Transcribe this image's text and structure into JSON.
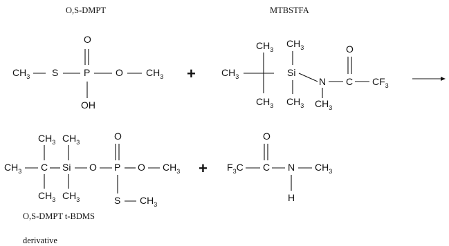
{
  "labels": {
    "reactant1": "O,S-DMPT",
    "reagent": "MTBSTFA",
    "product1_line1": "O,S-DMPT t-BDMS",
    "product1_line2": "derivative"
  },
  "operators": {
    "plus": "+"
  },
  "reactant1_atoms": {
    "ch3_left": "CH",
    "ch3_left_sub": "3",
    "s": "S",
    "p": "P",
    "o_top": "O",
    "o_right": "O",
    "ch3_right": "CH",
    "ch3_right_sub": "3",
    "oh": "OH"
  },
  "reagent_atoms": {
    "ch3_left": "CH",
    "ch3_left_sub": "3",
    "ch3_top1": "CH",
    "ch3_top1_sub": "3",
    "ch3_bot1": "CH",
    "ch3_bot1_sub": "3",
    "si": "Si",
    "ch3_top2": "CH",
    "ch3_top2_sub": "3",
    "ch3_bot2": "CH",
    "ch3_bot2_sub": "3",
    "n": "N",
    "ch3_n": "CH",
    "ch3_n_sub": "3",
    "c": "C",
    "o": "O",
    "cf3": "CF",
    "cf3_sub": "3"
  },
  "product1_atoms": {
    "ch3_left": "CH",
    "ch3_left_sub": "3",
    "ch3_top1": "CH",
    "ch3_top1_sub": "3",
    "ch3_bot1": "CH",
    "ch3_bot1_sub": "3",
    "c": "C",
    "si": "Si",
    "ch3_top2": "CH",
    "ch3_top2_sub": "3",
    "ch3_bot2": "CH",
    "ch3_bot2_sub": "3",
    "o_link": "O",
    "p": "P",
    "o_top": "O",
    "o_right": "O",
    "ch3_right": "CH",
    "ch3_right_sub": "3",
    "s": "S",
    "ch3_s": "CH",
    "ch3_s_sub": "3"
  },
  "product2_atoms": {
    "f3c_f": "F",
    "f3c_sub": "3",
    "f3c_c": "C",
    "c": "C",
    "o": "O",
    "n": "N",
    "h": "H",
    "ch3": "CH",
    "ch3_sub": "3"
  }
}
